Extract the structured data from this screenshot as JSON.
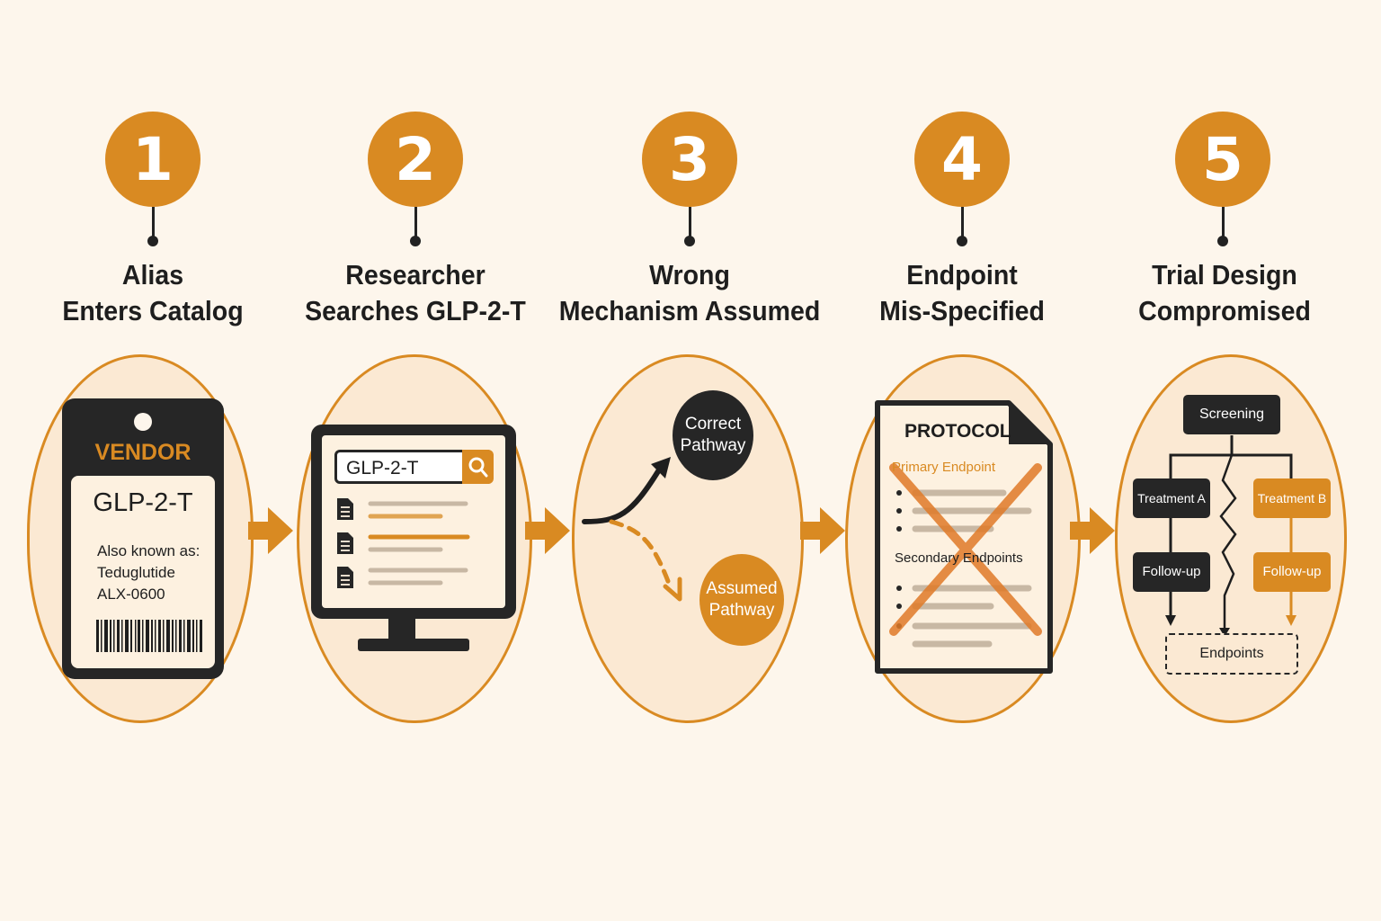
{
  "steps": [
    {
      "number": "1",
      "title_line1": "Alias",
      "title_line2": "Enters Catalog"
    },
    {
      "number": "2",
      "title_line1": "Researcher",
      "title_line2": "Searches GLP-2-T"
    },
    {
      "number": "3",
      "title_line1": "Wrong",
      "title_line2": "Mechanism Assumed"
    },
    {
      "number": "4",
      "title_line1": "Endpoint",
      "title_line2": "Mis-Specified"
    },
    {
      "number": "5",
      "title_line1": "Trial Design",
      "title_line2": "Compromised"
    }
  ],
  "tag": {
    "vendor": "VENDOR",
    "name": "GLP-2-T",
    "aka_label": "Also known as:",
    "aliases": [
      "Teduglutide",
      "ALX-0600"
    ]
  },
  "search": {
    "query": "GLP-2-T"
  },
  "pathways": {
    "correct_line1": "Correct",
    "correct_line2": "Pathway",
    "assumed_line1": "Assumed",
    "assumed_line2": "Pathway"
  },
  "protocol": {
    "heading": "PROTOCOL",
    "primary": "Primary Endpoint",
    "secondary": "Secondary Endpoints"
  },
  "trial": {
    "screening": "Screening",
    "treatment_a": "Treatment A",
    "treatment_b": "Treatment B",
    "followup_a": "Follow-up",
    "followup_b": "Follow-up",
    "endpoints": "Endpoints"
  },
  "colors": {
    "accent": "#d98a22",
    "dark": "#262626",
    "background": "#fdf6ec",
    "panel": "#fbe9d3"
  }
}
